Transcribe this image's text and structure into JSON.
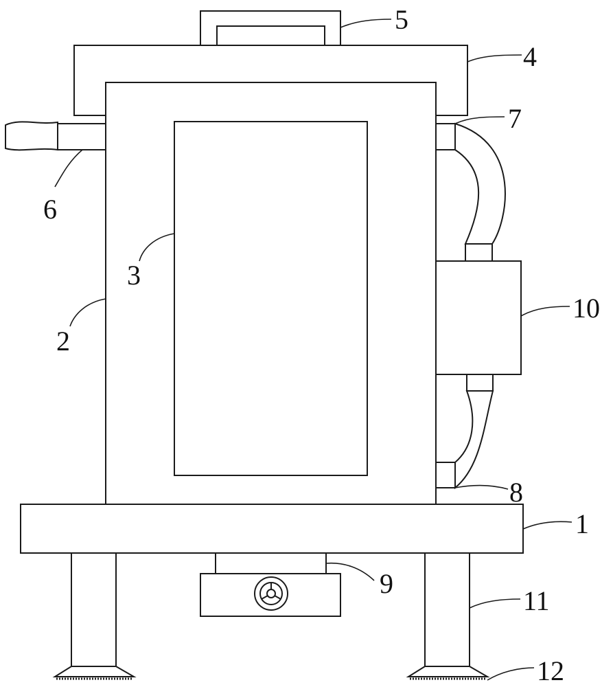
{
  "colors": {
    "line": "#1a1a1a",
    "background": "#ffffff"
  },
  "parts": [
    {
      "id": "1",
      "label": "1",
      "name": "base-plate"
    },
    {
      "id": "2",
      "label": "2",
      "name": "main-body"
    },
    {
      "id": "3",
      "label": "3",
      "name": "front-window"
    },
    {
      "id": "4",
      "label": "4",
      "name": "top-cover"
    },
    {
      "id": "5",
      "label": "5",
      "name": "handle"
    },
    {
      "id": "6",
      "label": "6",
      "name": "inlet-pipe"
    },
    {
      "id": "7",
      "label": "7",
      "name": "upper-connector"
    },
    {
      "id": "8",
      "label": "8",
      "name": "lower-connector"
    },
    {
      "id": "9",
      "label": "9",
      "name": "motor-housing"
    },
    {
      "id": "10",
      "label": "10",
      "name": "side-box"
    },
    {
      "id": "11",
      "label": "11",
      "name": "support-leg"
    },
    {
      "id": "12",
      "label": "12",
      "name": "foot-pad"
    }
  ]
}
